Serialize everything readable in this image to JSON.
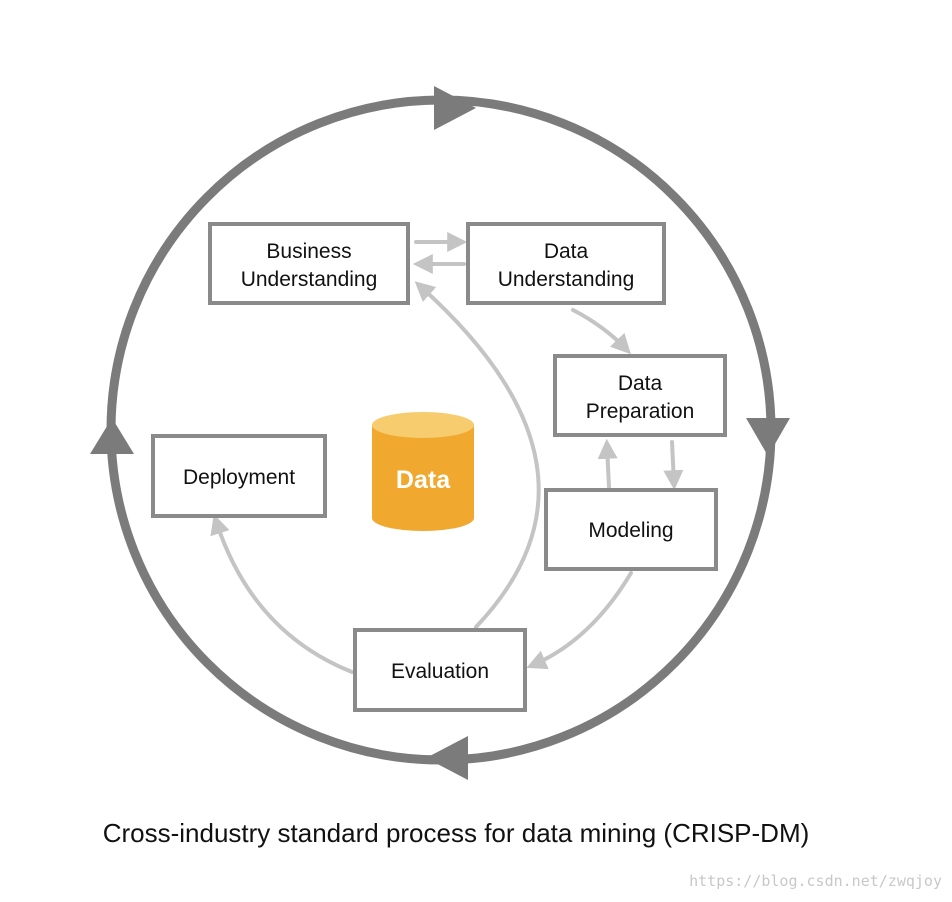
{
  "diagram": {
    "nodes": {
      "business_understanding": {
        "line1": "Business",
        "line2": "Understanding"
      },
      "data_understanding": {
        "line1": "Data",
        "line2": "Understanding"
      },
      "data_preparation": {
        "line1": "Data",
        "line2": "Preparation"
      },
      "modeling": {
        "label": "Modeling"
      },
      "evaluation": {
        "label": "Evaluation"
      },
      "deployment": {
        "label": "Deployment"
      }
    },
    "data_store": {
      "label": "Data"
    },
    "colors": {
      "cycle_ring": "#7b7b7b",
      "box_border": "#8a8a8a",
      "flow_arrow": "#c4c4c4",
      "data_store": "#f0a92e",
      "data_store_top": "#f6cc6e",
      "data_store_text": "#ffffff"
    }
  },
  "caption": "Cross-industry standard process for data mining (CRISP-DM)",
  "watermark": "https://blog.csdn.net/zwqjoy"
}
